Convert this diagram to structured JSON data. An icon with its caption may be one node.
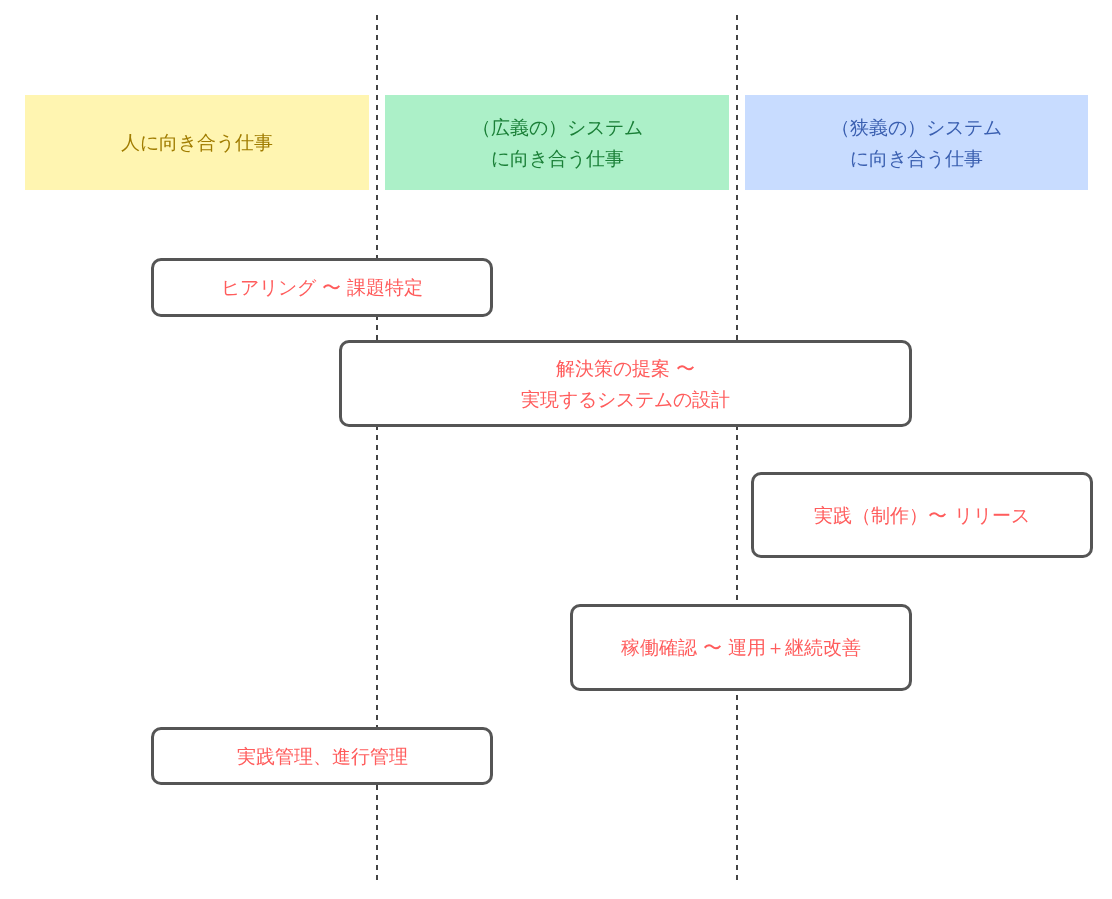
{
  "diagram": {
    "nodes": [
      {
        "text": [
          "人に向き合う仕事"
        ]
      },
      {
        "text": [
          "（広義の）システムに向き合う仕事"
        ]
      },
      {
        "text": [
          "（狭義の）システムに向き合う仕事"
        ]
      },
      {
        "text": [
          "ヒアリング 〜 課題特定"
        ]
      },
      {
        "text": [
          "解決策の提案 〜実現するシステムの設計"
        ]
      },
      {
        "text": [
          "実践（制作）〜 リリース"
        ]
      },
      {
        "text": [
          "稼働確認 〜 運用＋継続改善"
        ]
      },
      {
        "text": [
          "実践管理、進行管理"
        ]
      }
    ],
    "edges": []
  }
}
